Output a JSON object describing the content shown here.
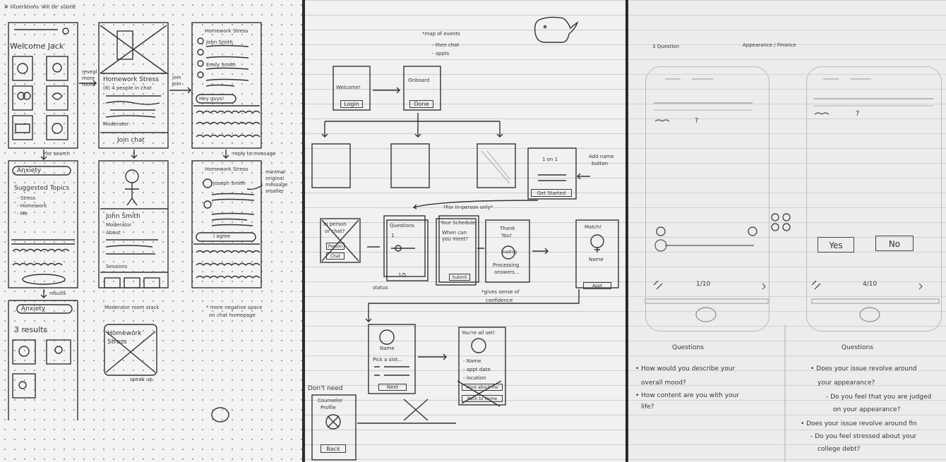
{
  "page1": {
    "top_note": "# illustrations 'will be' subtle",
    "welcome": "Welcome Jack",
    "homework_title": "Homework Stress",
    "people_in_chat": "(8) 4 people in chat",
    "moderator": "Moderator:",
    "join_chat": "Join chat",
    "join_note_1": "reveal",
    "join_note_2": "more",
    "join_note_3": "room",
    "join_note_4": "join",
    "join_label_2": "Join",
    "chat_header_1": "Homework Stress",
    "chat_user_1": "John Smith",
    "chat_user_2": "Emily Smith",
    "hey_guys": "Hey guys!",
    "search_label": "for search",
    "anxiety": "Anxiety",
    "suggested": "Suggested Topics",
    "topic_1": "- Stress",
    "topic_2": "- Homework",
    "topic_3": "- Me",
    "profile_name": "John Smith",
    "profile_role": "Moderator",
    "profile_about": "About",
    "sessions": "Sessions",
    "chat_header_2": "Homework Stress",
    "chat_user_3": "Joseph Smith",
    "agree_btn": "I agree",
    "minimal_1": "minimal",
    "minimal_2": "original",
    "minimal_3": "message",
    "minimal_4": "smaller",
    "reply_note": "reply to message",
    "results_note": "results",
    "anxiety_2": "Anxiety",
    "results": "3 results",
    "moderator_card": "Moderator room stack",
    "hw_card_1": "Homework",
    "hw_card_2": "Stress",
    "speak_up": "speak up",
    "negative_space_1": "* more negative space",
    "negative_space_2": "on chat homepage"
  },
  "page2": {
    "map_title": "*map of events",
    "map_item_1": "- then chat",
    "map_item_2": "- appts",
    "welcome": "Welcome!",
    "login": "Login",
    "onboard": "Onboard",
    "done": "Done",
    "one_on_one": "1 on 1",
    "get_started": "Get Started",
    "add_button_1": "Add name",
    "add_button_2": "button",
    "in_person_only": "*For in-person only*",
    "in_person_q": "In person",
    "or_chat": "or chat?",
    "person_btn": "Person",
    "chat_btn": "Chat",
    "questions": "Questions",
    "q_number": "1",
    "q_of": "1/5",
    "status": "status",
    "your_schedule": "Your Schedule",
    "when_meet_1": "When can",
    "when_meet_2": "you meet?",
    "submit": "Submit",
    "thank_you_1": "Thank",
    "thank_you_2": "You!",
    "loading": "loading",
    "processing": "Processing",
    "answers": "answers...",
    "gives_sense_1": "*gives sense of",
    "gives_sense_2": "confidence",
    "match": "Match!",
    "match_name": "Name",
    "appt": "Appt",
    "name_label": "Name",
    "pick_slot": "Pick a slot...",
    "next": "Next",
    "youre_all_set": "You're all set!",
    "detail_name": "- Name",
    "detail_date": "- appt date",
    "detail_location": "- location",
    "more_about": "More about me",
    "back_home": "Back to Home",
    "dont_need": "Don't need",
    "counselor_profile_1": "Counselor",
    "counselor_profile_2": "Profile",
    "back": "Back"
  },
  "page3": {
    "header_left": "3 Question",
    "header_right": "Appearance / Finance",
    "progress_left": "1/10",
    "progress_right": "4/10",
    "yes": "Yes",
    "no": "No",
    "questions_label_left": "Questions",
    "questions_label_right": "Questions",
    "left_q1_a": "• How would you describe your",
    "left_q1_b": "overall mood?",
    "left_q2_a": "• How content are you with your",
    "left_q2_b": "life?",
    "right_q1_a": "• Does your issue revolve around",
    "right_q1_b": "your appearance?",
    "right_q1c_a": "- Do you feel that you are judged",
    "right_q1c_b": "on your appearance?",
    "right_q2_a": "• Does your issue revolve around fin",
    "right_q2c_a": "- Do you feel stressed about your",
    "right_q2c_b": "college debt?"
  }
}
